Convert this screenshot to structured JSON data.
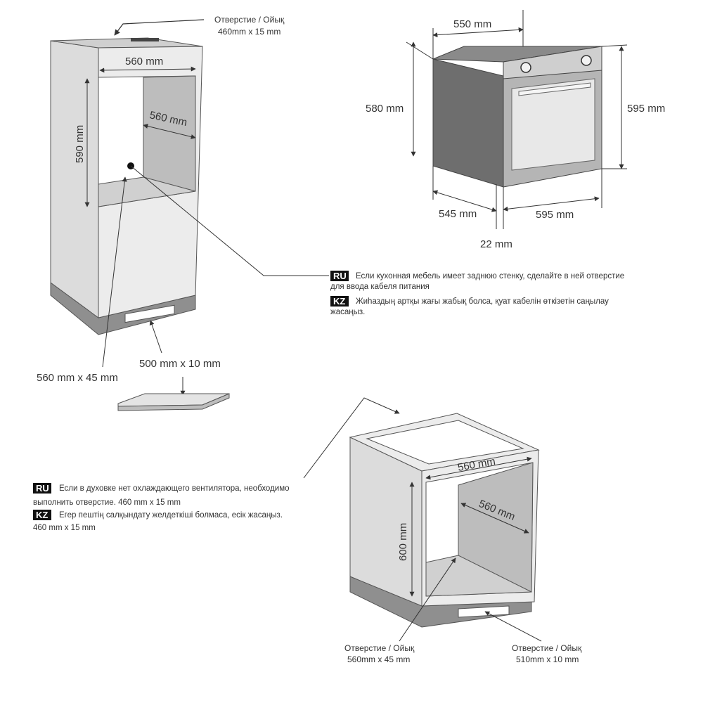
{
  "tall_cabinet": {
    "top_hole_label": "Отверстие / Ойық",
    "top_hole_size": "460mm x 15 mm",
    "width": "560 mm",
    "depth": "560 mm",
    "height": "590 mm",
    "plinth_hole": "500 mm x 10 mm",
    "side_hole": "560 mm x 45 mm"
  },
  "oven": {
    "width": "550 mm",
    "height_body": "580 mm",
    "height_front": "595 mm",
    "depth": "545 mm",
    "front_width": "595 mm",
    "front_thickness": "22 mm"
  },
  "note_cable": {
    "ru_badge": "RU",
    "ru_line1": "Если кухонная мебель имеет  заднюю стенку, сделайте в ней  отверстие",
    "ru_line2": "для ввода кабеля питания",
    "kz_badge": "KZ",
    "kz_line1": "Жиһаздың артқы жағы жабық болса, қуат кабелін өткізетін саңылау",
    "kz_line2": "жасаңыз."
  },
  "note_vent": {
    "ru_badge": "RU",
    "ru_line1": "Если в духовке нет охлаждающего вентилятора, необходимо",
    "ru_line2": "выполнить отверстие. 460 mm x 15 mm",
    "kz_badge": "KZ",
    "kz_line1": "Егер пештің салқындату желдеткіші болмаса, есік жасаңыз.",
    "kz_line2": "460 mm x 15 mm"
  },
  "base_cabinet": {
    "width": "560 mm",
    "depth": "560 mm",
    "height": "600 mm",
    "left_hole_label": "Отверстие /  Ойық",
    "left_hole_size": "560mm x 45 mm",
    "right_hole_label": "Отверстие / Ойық",
    "right_hole_size": "510mm x 10 mm"
  },
  "colors": {
    "outline": "#555555",
    "side_panel": "#d8d8d8",
    "inner_panel": "#bdbdbd",
    "plinth": "#8f8f8f",
    "oven_body": "#6e6e6e",
    "badge": "#111111"
  }
}
